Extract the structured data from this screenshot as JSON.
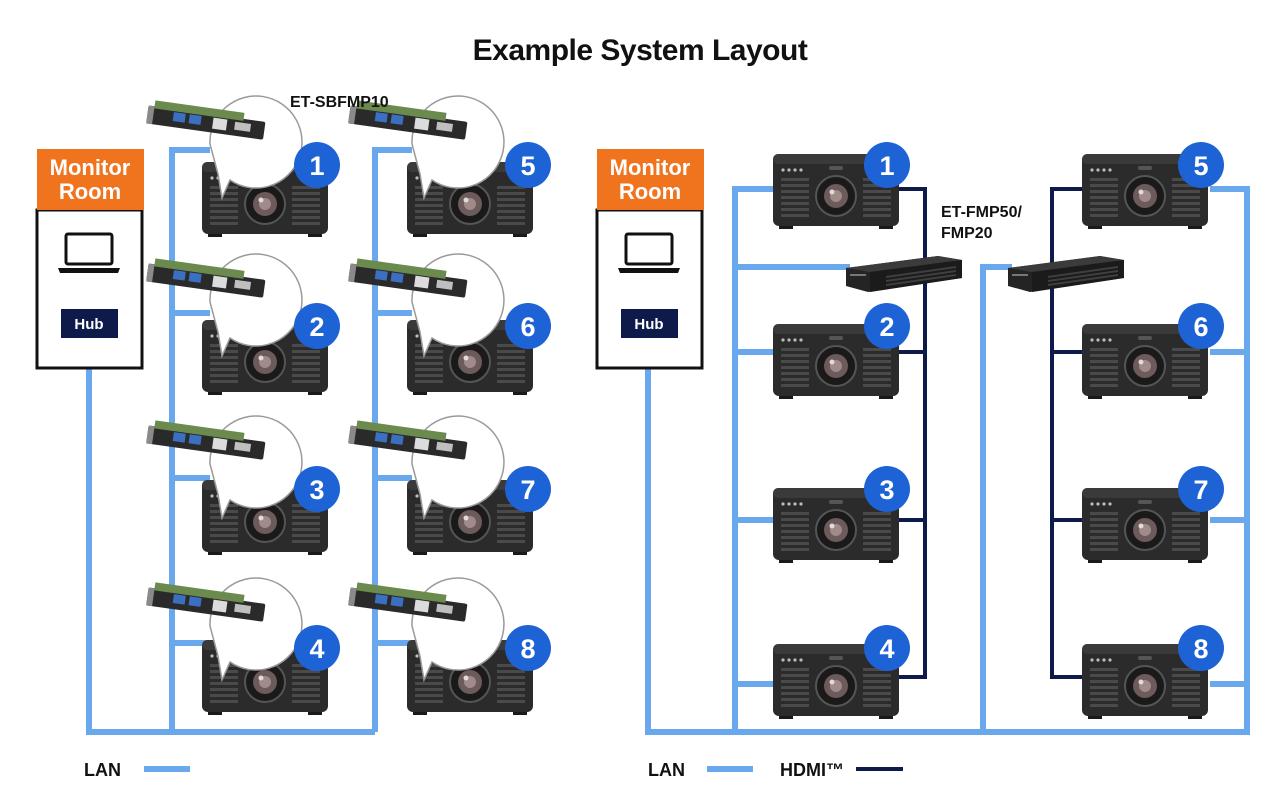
{
  "title": "Example System Layout",
  "colors": {
    "lan": "#6aa8ee",
    "hdmi": "#0e1a4a",
    "monitor_room": "#f0731e",
    "hub": "#0e1a4a",
    "badge": "#1e63d6",
    "projector": "#2b2b2b"
  },
  "left_layout": {
    "monitor_room": {
      "label_line1": "Monitor",
      "label_line2": "Room"
    },
    "hub_label": "Hub",
    "board_label": "ET-SBFMP10",
    "projectors": [
      "1",
      "2",
      "3",
      "4",
      "5",
      "6",
      "7",
      "8"
    ],
    "legend": [
      {
        "label": "LAN",
        "type": "lan"
      }
    ]
  },
  "right_layout": {
    "monitor_room": {
      "label_line1": "Monitor",
      "label_line2": "Room"
    },
    "hub_label": "Hub",
    "box_label_line1": "ET-FMP50/",
    "box_label_line2": "FMP20",
    "projectors": [
      "1",
      "2",
      "3",
      "4",
      "5",
      "6",
      "7",
      "8"
    ],
    "legend": [
      {
        "label": "LAN",
        "type": "lan"
      },
      {
        "label": "HDMI™",
        "type": "hdmi"
      }
    ]
  }
}
